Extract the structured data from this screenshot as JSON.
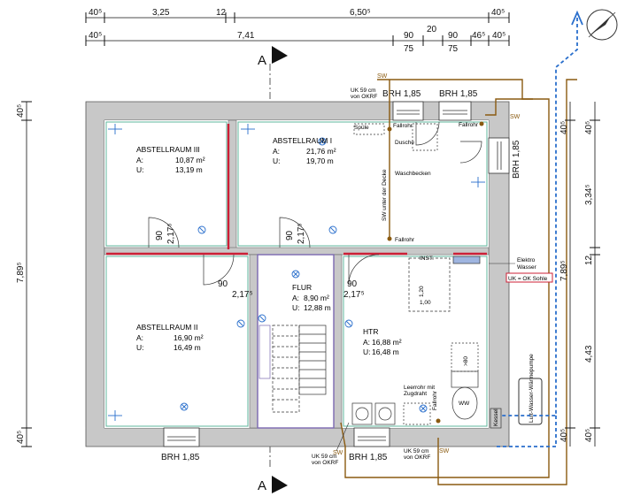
{
  "dimensions": {
    "top_row1": [
      "40⁵",
      "3,25",
      "12",
      "6,50⁵",
      "40⁵"
    ],
    "top_row2": [
      "40⁵",
      "7,41",
      "90",
      "75",
      "20",
      "90",
      "75",
      "46⁵",
      "40⁵"
    ],
    "left": [
      "40⁵",
      "7,89⁵",
      "40⁵"
    ],
    "right_inner": [
      "1,20",
      "1,00",
      "2,17⁵",
      "90",
      "2,17⁵",
      "90",
      "2,17⁵",
      "90",
      "2,17⁵",
      "90",
      ">80"
    ],
    "right": [
      "40⁵",
      "40⁵",
      "3,34⁵",
      "12",
      "7,89⁵",
      "4,43",
      "40⁵",
      "40⁵"
    ]
  },
  "section_markers": [
    "A",
    "A"
  ],
  "rooms": [
    {
      "name": "ABSTELLRAUM III",
      "area_label": "A:",
      "area": "10,87 m²",
      "perimeter_label": "U:",
      "perimeter": "13,19 m"
    },
    {
      "name": "ABSTELLRAUM I",
      "area_label": "A:",
      "area": "21,76 m²",
      "perimeter_label": "U:",
      "perimeter": "19,70 m"
    },
    {
      "name": "FLUR",
      "area_label": "A:",
      "area": "8,90 m²",
      "perimeter_label": "U:",
      "perimeter": "12,88 m"
    },
    {
      "name": "ABSTELLRAUM II",
      "area_label": "A:",
      "area": "16,90 m²",
      "perimeter_label": "U:",
      "perimeter": "16,49 m"
    },
    {
      "name": "HTR",
      "area_label": "A:",
      "area": "16,88 m²",
      "perimeter_label": "U:",
      "perimeter": "16,48 m"
    }
  ],
  "window_labels": [
    "BRH 1,85",
    "BRH 1,85",
    "BRH 1,85",
    "BRH 1,85",
    "BRH 1,85"
  ],
  "notes": {
    "uk59_top": "UK 59 cm",
    "von_okrf_top": "von OKRF",
    "uk59_bottom_left": "UK 59 cm",
    "von_okrf_bottom_left": "von OKRF",
    "uk59_bottom_right": "UK 59 cm",
    "von_okrf_bottom_right": "von OKRF",
    "spuele": "Spüle",
    "fallrohr_1": "Fallrohr",
    "fallrohr_2": "Fallrohr",
    "fallrohr_3": "Fallrohr",
    "fallrohr_4": "Fallrohr",
    "dusche": "Dusche",
    "waschbecken": "Waschbecken",
    "sw_unter_decke": "SW unter der Decke",
    "sw_1": "SW",
    "sw_2": "SW",
    "sw_3": "SW",
    "sw_4": "SW",
    "inst": "INST.",
    "elektro_1": "Elektro",
    "elektro_2": "Wasser",
    "uk_ok_sohle": "UK = OK Sohle",
    "leerrohr_1": "Leerrohr mit",
    "leerrohr_2": "Zugdraht",
    "heat_pump": "Luft-Wasser-Wärmepumpe",
    "ww": "WW",
    "kessel": "Kessel"
  },
  "colors": {
    "wall": "#c8c8c8",
    "wall_edge": "#555555",
    "room_outline": "#5fb79e",
    "accent_red": "#cc1f36",
    "flur_outline": "#7a68b0",
    "pipe": "#8a5a10",
    "plumbing_blue": "#2a6fcc",
    "dim_line": "#111111",
    "heat_pump_border": "#333333"
  }
}
